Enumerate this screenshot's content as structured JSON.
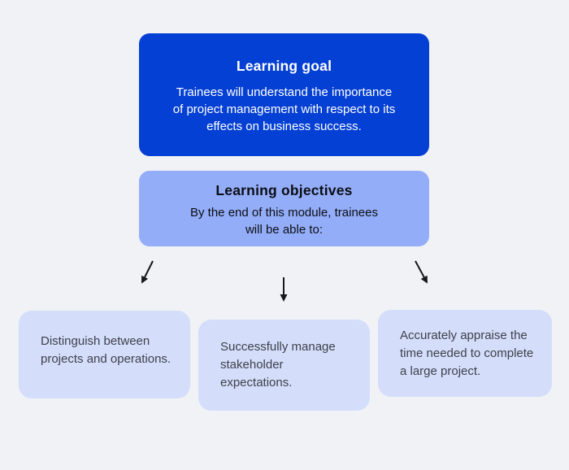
{
  "colors": {
    "canvas_bg": "#f1f2f6",
    "goal_bg": "#0540d4",
    "goal_text": "#ffffff",
    "objectives_bg": "#93adf8",
    "heading_text": "#0d0e13",
    "outcome_bg": "#d4defb",
    "outcome_text": "#3e4049",
    "arrow": "#17181c"
  },
  "goal_box": {
    "title": "Learning goal",
    "lines": [
      "Trainees will understand the importance",
      "of project management with respect to its",
      "effects on business success."
    ]
  },
  "objectives_box": {
    "title": "Learning objectives",
    "lines": [
      "By the end of this module, trainees",
      "will be able to:"
    ]
  },
  "outcomes": [
    {
      "lines": [
        "Distinguish between",
        "projects and operations."
      ]
    },
    {
      "lines": [
        "Successfully manage",
        "stakeholder expectations."
      ]
    },
    {
      "lines": [
        "Accurately appraise the",
        "time needed to complete",
        "a large project."
      ]
    }
  ]
}
